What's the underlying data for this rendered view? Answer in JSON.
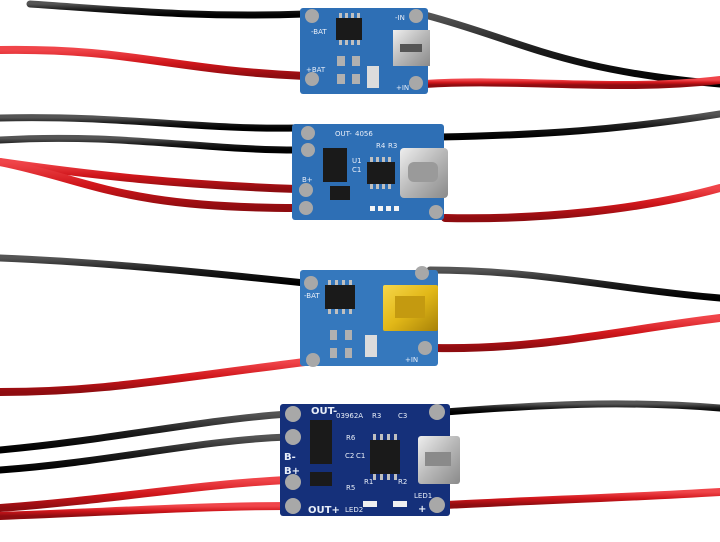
{
  "scene": {
    "description": "Four small lithium battery charger modules with red and black wire leads on a white background",
    "background_color": "#ffffff",
    "wire_colors": {
      "red": "#d0161b",
      "black": "#1c1c1c"
    },
    "pcb_colors": {
      "light_blue": "#2e6fb5",
      "dark_blue": "#15307a"
    }
  },
  "boards": [
    {
      "name": "micro-usb-charger-board",
      "connector": "Micro USB",
      "labels": {
        "top_left": "-BAT",
        "bottom_left": "+BAT",
        "top_right": "-IN",
        "bottom_right": "+IN"
      }
    },
    {
      "name": "usb-c-charger-board-with-protection",
      "connector": "USB Type-C",
      "labels": {
        "top": "OUT-",
        "model": "4056",
        "r4": "R4",
        "r3": "R3",
        "b_plus": "B+",
        "c1": "C1",
        "u1": "U1"
      }
    },
    {
      "name": "mini-usb-charger-board",
      "connector": "Mini USB (gold)",
      "labels": {
        "top_left": "-BAT",
        "bottom_right": "+IN"
      }
    },
    {
      "name": "micro-usb-charger-board-with-protection",
      "connector": "Micro USB",
      "labels": {
        "out_minus": "OUT-",
        "b_minus": "B-",
        "b_plus": "B+",
        "out_plus": "OUT+",
        "model": "03962A",
        "r3": "R3",
        "c3": "C3",
        "r6": "R6",
        "c2": "C2",
        "c1": "C1",
        "r5": "R5",
        "r1": "R1",
        "r2": "R2",
        "led1": "LED1",
        "led2": "LED2",
        "plus": "+"
      }
    }
  ]
}
